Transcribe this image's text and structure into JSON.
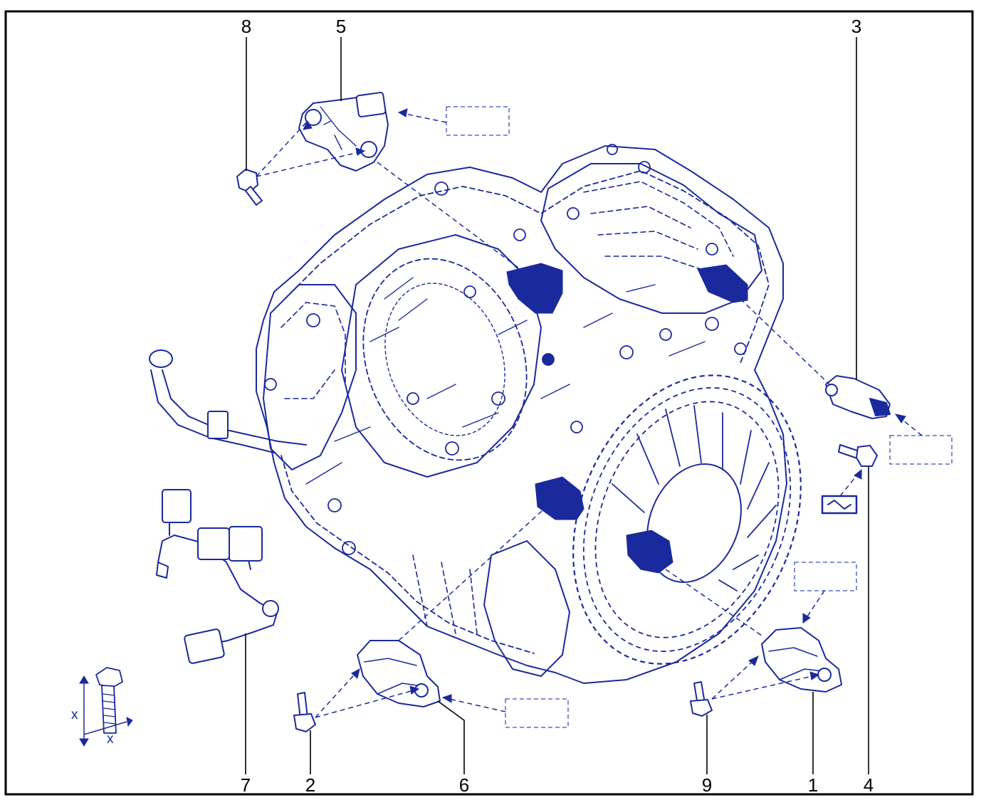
{
  "colors": {
    "ink": "#1a2a9c",
    "callout": "#000000",
    "frame": "#000000",
    "background": "#ffffff"
  },
  "callouts": {
    "c1": "1",
    "c2": "2",
    "c3": "3",
    "c4": "4",
    "c5": "5",
    "c6": "6",
    "c7": "7",
    "c8": "8",
    "c9": "9"
  },
  "dimension_symbol": {
    "vertical_label": "x",
    "horizontal_label": "x"
  }
}
